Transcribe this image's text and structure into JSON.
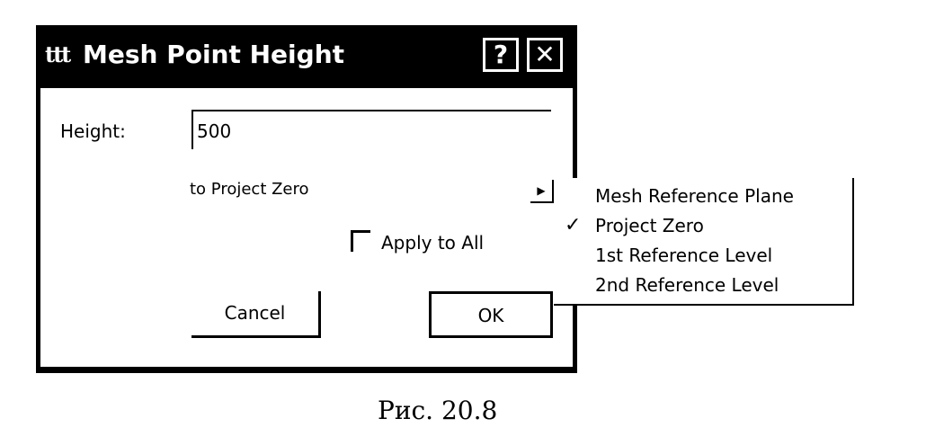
{
  "dialog": {
    "title": "Mesh Point Height",
    "icon_text": "ttt",
    "help_label": "?",
    "close_label": "✕"
  },
  "form": {
    "height_label": "Height:",
    "height_value": "500",
    "reference_label": "to Project Zero",
    "apply_label": "Apply to All",
    "apply_checked": false,
    "cancel_label": "Cancel",
    "ok_label": "OK"
  },
  "menu": {
    "items": [
      {
        "label": "Mesh Reference Plane",
        "checked": false
      },
      {
        "label": "Project Zero",
        "checked": true
      },
      {
        "label": "1st Reference Level",
        "checked": false
      },
      {
        "label": "2nd Reference Level",
        "checked": false
      }
    ],
    "check_glyph": "✓"
  },
  "caption": "Рис. 20.8"
}
